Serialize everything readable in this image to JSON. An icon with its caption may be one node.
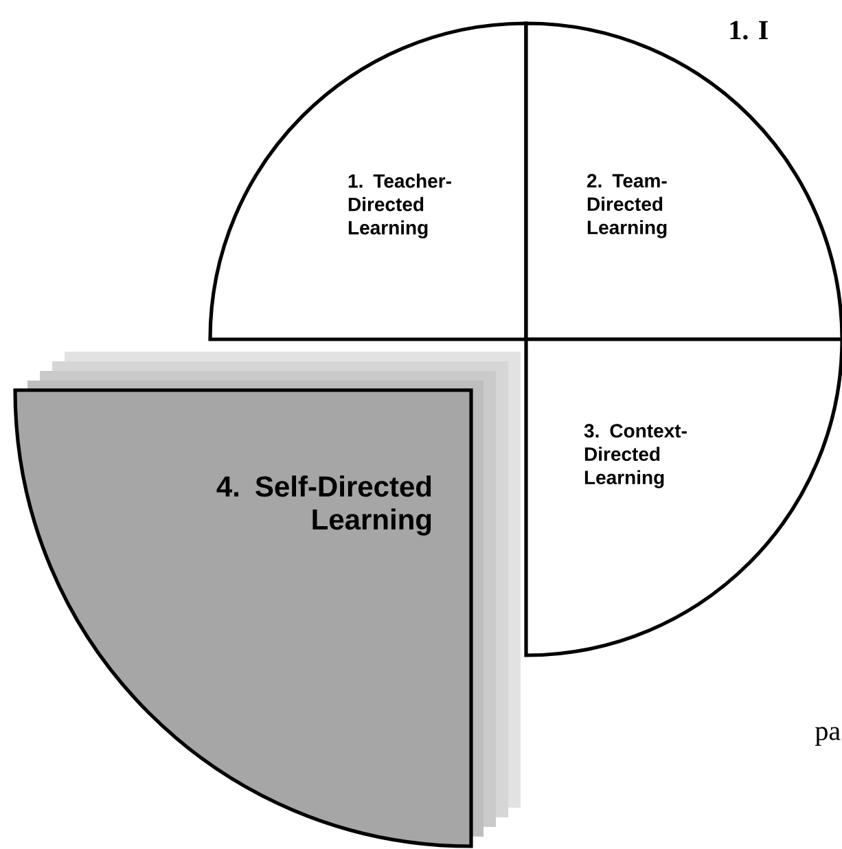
{
  "diagram": {
    "nodes": [
      {
        "text": [
          "1. Teacher- Directed Learning"
        ]
      },
      {
        "text": [
          "2. Team- Directed Learning"
        ]
      },
      {
        "text": [
          "3. Context- Directed Learning"
        ]
      },
      {
        "text": [
          "4. Self-Directed Learning"
        ]
      }
    ],
    "labels": [
      "1. I",
      "pa"
    ]
  }
}
